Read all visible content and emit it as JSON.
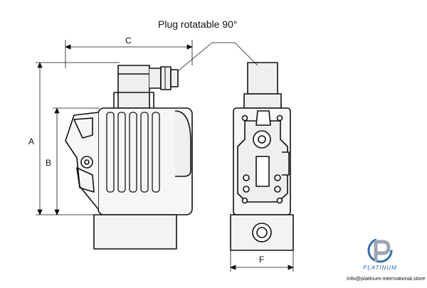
{
  "callout": {
    "text": "Plug rotatable 90°"
  },
  "dimensions": {
    "a": "A",
    "b": "B",
    "c": "C",
    "f": "F"
  },
  "branding": {
    "brand_name": "PLATINUM",
    "contact": "Info@platinum-international.store"
  },
  "colors": {
    "outline": "#111111",
    "body_shade": "#ececec",
    "logo_blue": "#2a6fb0",
    "logo_gray": "#9aa6b2"
  }
}
